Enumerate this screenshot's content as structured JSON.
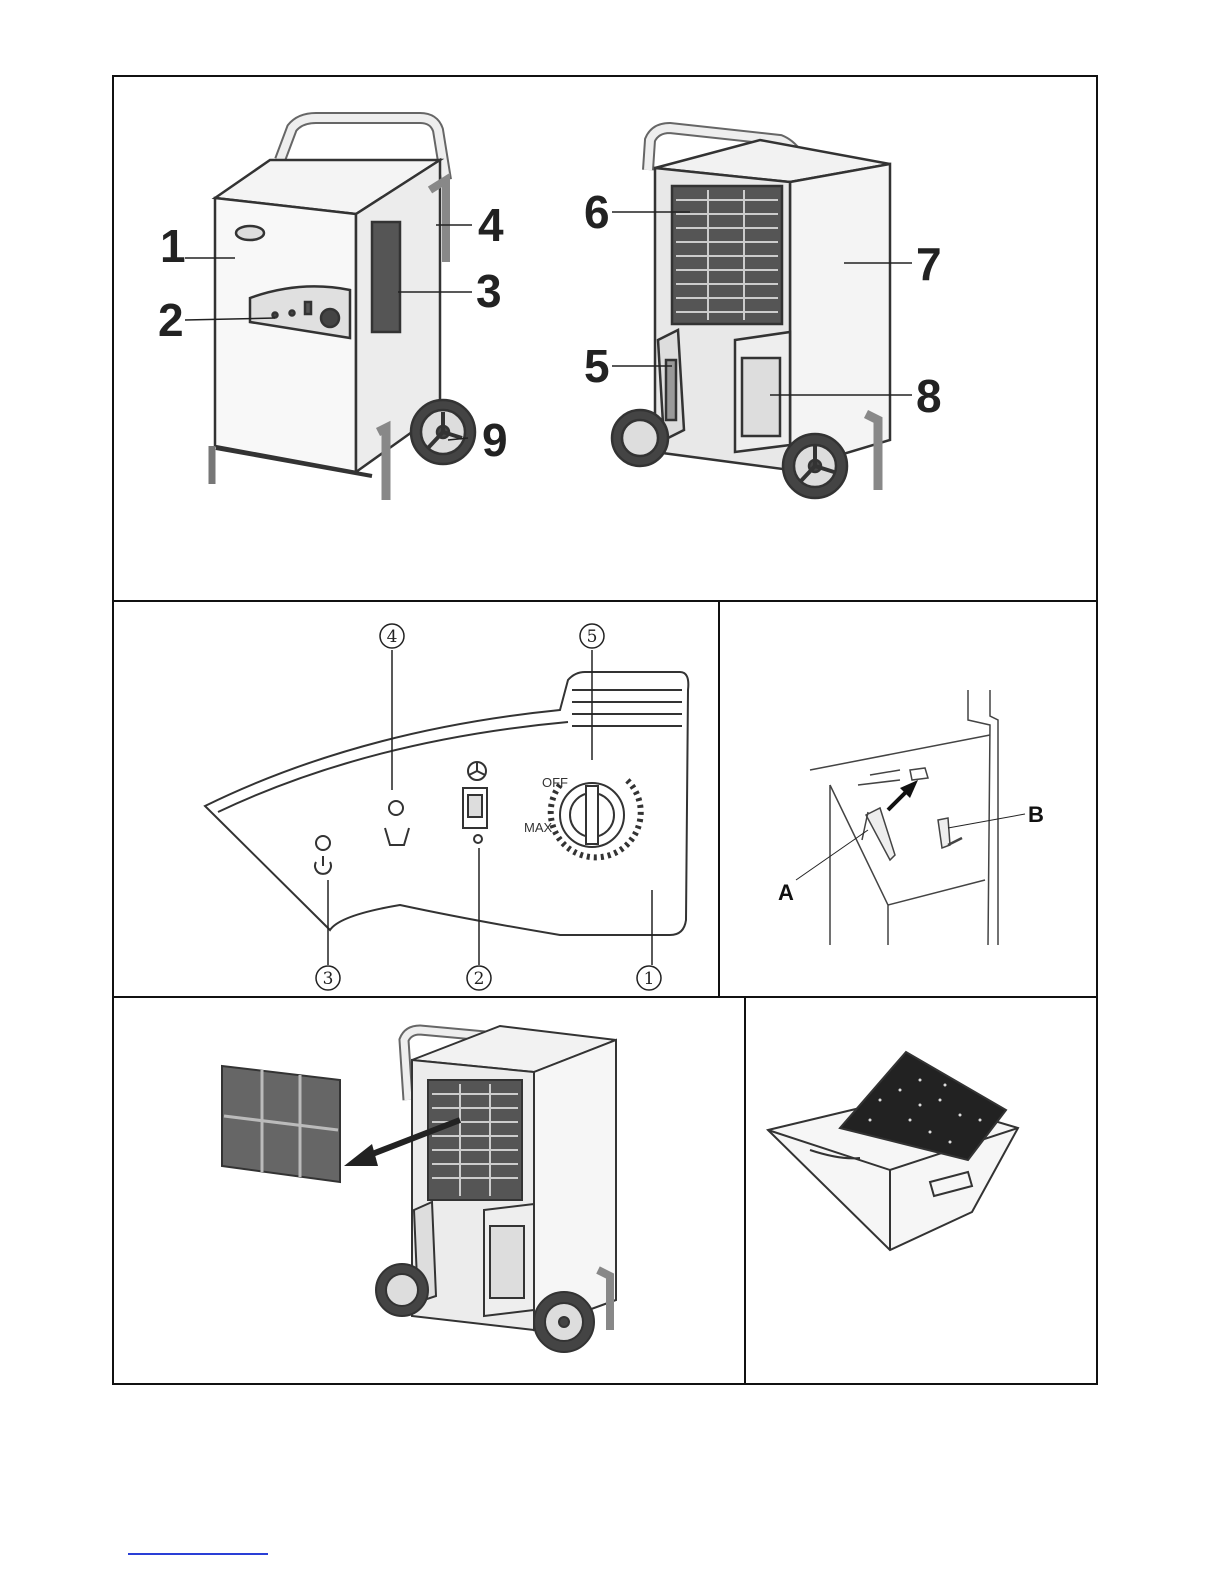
{
  "figure_front_back": {
    "front_callouts": [
      "1",
      "2",
      "3",
      "4",
      "9"
    ],
    "back_callouts": [
      "5",
      "6",
      "7",
      "8"
    ]
  },
  "figure_control_panel": {
    "callouts": [
      "1",
      "2",
      "3",
      "4",
      "5"
    ],
    "dial_labels": {
      "off": "OFF",
      "max": "MAX"
    }
  },
  "figure_tank": {
    "labels": {
      "a": "A",
      "b": "B"
    }
  },
  "figure_filter": {},
  "figure_wash": {}
}
